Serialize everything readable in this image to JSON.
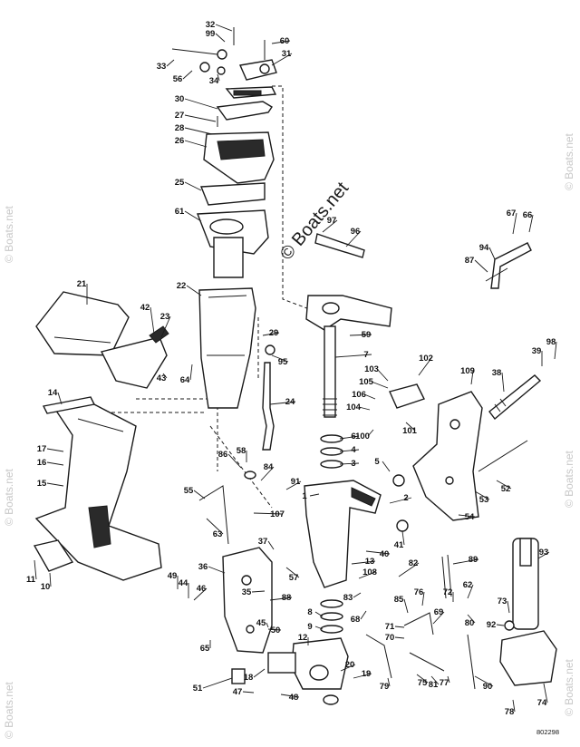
{
  "diagram": {
    "watermark": "© Boats.net",
    "drawing_number": "802298",
    "callouts": [
      "1",
      "2",
      "3",
      "4",
      "5",
      "6",
      "7",
      "8",
      "9",
      "10",
      "11",
      "12",
      "13",
      "14",
      "15",
      "16",
      "17",
      "18",
      "19",
      "20",
      "21",
      "22",
      "23",
      "24",
      "25",
      "26",
      "27",
      "28",
      "29",
      "30",
      "31",
      "32",
      "33",
      "34",
      "35",
      "36",
      "37",
      "38",
      "39",
      "40",
      "41",
      "42",
      "43",
      "44",
      "45",
      "46",
      "47",
      "48",
      "49",
      "50",
      "51",
      "52",
      "53",
      "54",
      "55",
      "56",
      "57",
      "58",
      "59",
      "60",
      "61",
      "62",
      "63",
      "64",
      "65",
      "66",
      "67",
      "68",
      "69",
      "70",
      "71",
      "72",
      "73",
      "74",
      "75",
      "76",
      "77",
      "78",
      "79",
      "80",
      "81",
      "82",
      "83",
      "84",
      "85",
      "86",
      "87",
      "88",
      "89",
      "90",
      "91",
      "92",
      "93",
      "94",
      "95",
      "96",
      "97",
      "98",
      "99",
      "100",
      "101",
      "102",
      "103",
      "104",
      "105",
      "106",
      "107",
      "108",
      "109"
    ]
  }
}
